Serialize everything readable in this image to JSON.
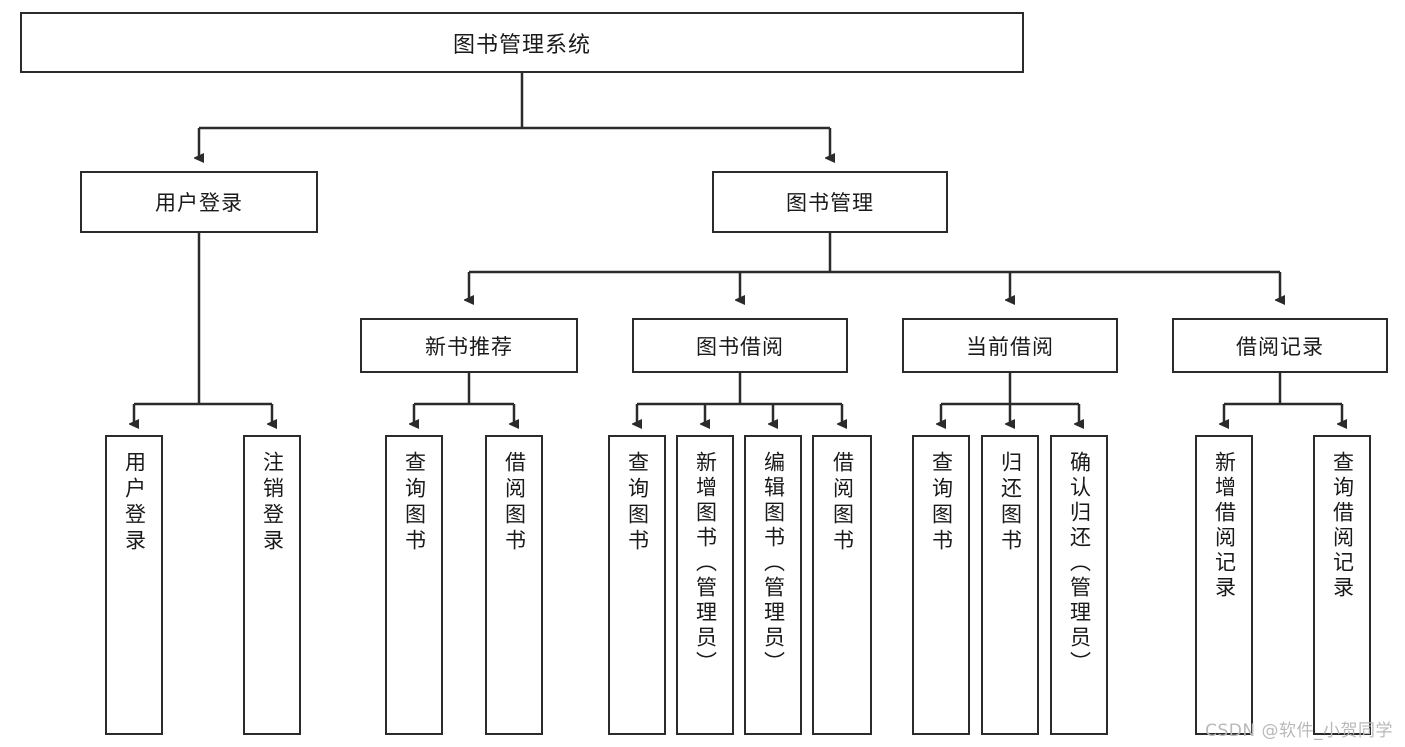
{
  "diagram": {
    "type": "tree-hierarchy-chart",
    "title": "图书管理系统",
    "watermark": "CSDN @软件_小贺同学",
    "colors": {
      "border": "#2b2b2b",
      "background": "#ffffff",
      "text": "#1a1a1a",
      "edge": "#2b2b2b",
      "watermark": "#b9b9b9"
    },
    "root": {
      "label": "图书管理系统"
    },
    "level1": [
      {
        "label": "用户登录"
      },
      {
        "label": "图书管理"
      }
    ],
    "level2": [
      {
        "label": "新书推荐"
      },
      {
        "label": "图书借阅"
      },
      {
        "label": "当前借阅"
      },
      {
        "label": "借阅记录"
      }
    ],
    "leaves": {
      "user_login": [
        {
          "label": "用户登录"
        },
        {
          "label": "注销登录"
        }
      ],
      "new_book_recommend": [
        {
          "label": "查询图书"
        },
        {
          "label": "借阅图书"
        }
      ],
      "book_borrow": [
        {
          "label": "查询图书"
        },
        {
          "label": "新增图书（管理员）"
        },
        {
          "label": "编辑图书（管理员）"
        },
        {
          "label": "借阅图书"
        }
      ],
      "current_borrow": [
        {
          "label": "查询图书"
        },
        {
          "label": "归还图书"
        },
        {
          "label": "确认归还（管理员）"
        }
      ],
      "borrow_record": [
        {
          "label": "新增借阅记录"
        },
        {
          "label": "查询借阅记录"
        }
      ]
    }
  }
}
